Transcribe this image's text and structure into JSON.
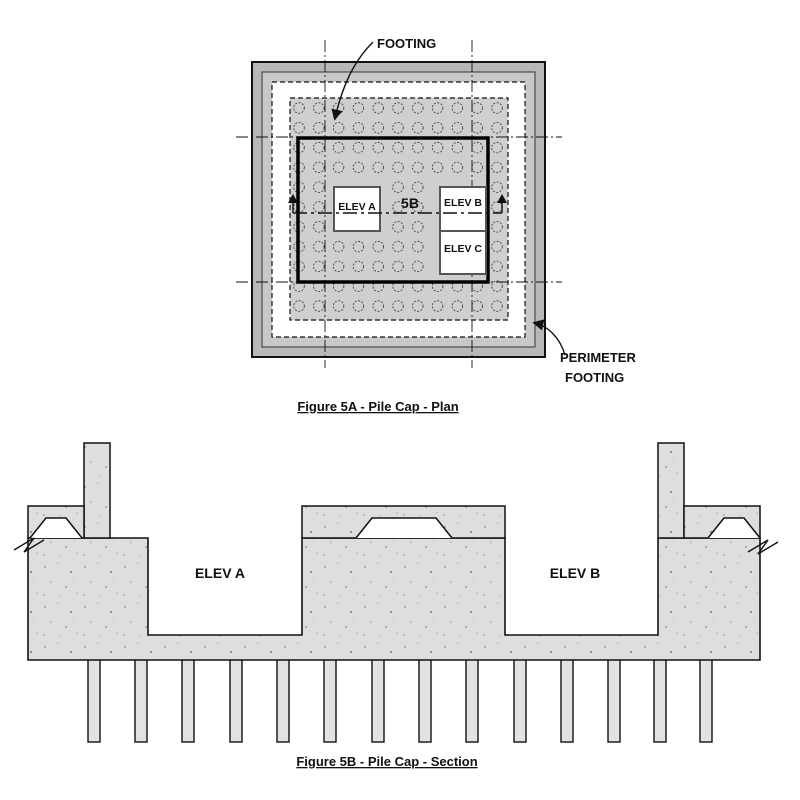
{
  "plan": {
    "label_footing": "FOOTING",
    "label_perimeter_1": "PERIMETER",
    "label_perimeter_2": "FOOTING",
    "elev_a": "ELEV A",
    "elev_b": "ELEV B",
    "elev_c": "ELEV C",
    "section_mark": "5B",
    "caption": "Figure 5A - Pile Cap - Plan"
  },
  "section": {
    "elev_a": "ELEV A",
    "elev_b": "ELEV B",
    "caption": "Figure 5B - Pile Cap - Section"
  },
  "colors": {
    "concrete": "#dcdcdc",
    "slab": "#bdbdbd",
    "ink": "#111111"
  }
}
